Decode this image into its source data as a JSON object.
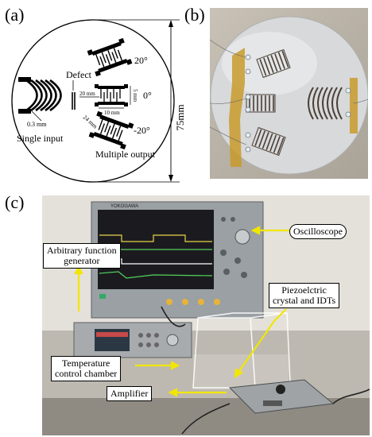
{
  "panels": {
    "a": {
      "letter": "(a)",
      "defect": "Defect",
      "single_input": "Single input",
      "multiple_output": "Multiple output",
      "angle_pos": "20°",
      "angle_zero": "0°",
      "angle_neg": "-20°",
      "dim_20mm": "20 mm",
      "dim_24mm": "24 mm",
      "dim_10mm": "10 mm",
      "dim_5mm": "5 mm",
      "dim_03mm": "0.3 mm",
      "diameter": "75mm"
    },
    "b": {
      "letter": "(b)"
    },
    "c": {
      "letter": "(c)",
      "oscilloscope": "Oscilloscope",
      "afg_line1": "Arbitrary function",
      "afg_line2": "generator",
      "piezo_line1": "Piezoelctric",
      "piezo_line2": "crystal and IDTs",
      "temp_line1": "Temperature",
      "temp_line2": "control chamber",
      "amplifier": "Amplifier",
      "scope_brand": "YOKOGAWA"
    }
  },
  "colors": {
    "arrow": "#f2e600",
    "kapton": "#c99a2a",
    "electrode": "#4a4036",
    "scope_body": "#9aa0a4",
    "scope_screen": "#1b1b1f"
  }
}
